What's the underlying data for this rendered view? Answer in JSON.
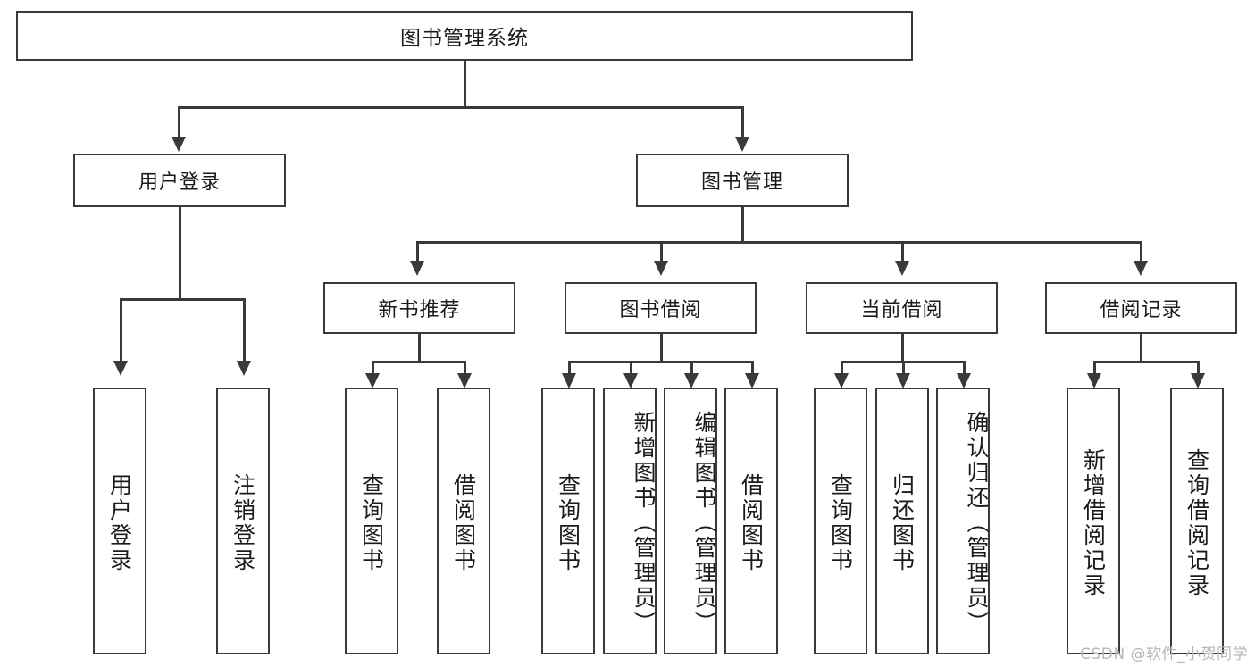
{
  "diagram": {
    "title": "图书管理系统",
    "type": "tree-hierarchy-diagram",
    "root": {
      "label": "图书管理系统"
    },
    "level2": [
      {
        "label": "用户登录"
      },
      {
        "label": "图书管理"
      }
    ],
    "level3": [
      {
        "label": "新书推荐"
      },
      {
        "label": "图书借阅"
      },
      {
        "label": "当前借阅"
      },
      {
        "label": "借阅记录"
      }
    ],
    "leaves": {
      "user_login": [
        {
          "label": "用户登录"
        },
        {
          "label": "注销登录"
        }
      ],
      "new_book_recommend": [
        {
          "label": "查询图书"
        },
        {
          "label": "借阅图书"
        }
      ],
      "book_borrow": [
        {
          "label": "查询图书"
        },
        {
          "label": "新增图书（管理员）"
        },
        {
          "label": "编辑图书（管理员）"
        },
        {
          "label": "借阅图书"
        }
      ],
      "current_borrow": [
        {
          "label": "查询图书"
        },
        {
          "label": "归还图书"
        },
        {
          "label": "确认归还（管理员）"
        }
      ],
      "borrow_record": [
        {
          "label": "新增借阅记录"
        },
        {
          "label": "查询借阅记录"
        }
      ]
    }
  },
  "watermark": {
    "text": "CSDN @软件_小贺同学"
  },
  "colors": {
    "stroke": "#3a3a3a",
    "text": "#1b1b1b",
    "background": "#ffffff",
    "watermark": "#b8b8b8"
  }
}
